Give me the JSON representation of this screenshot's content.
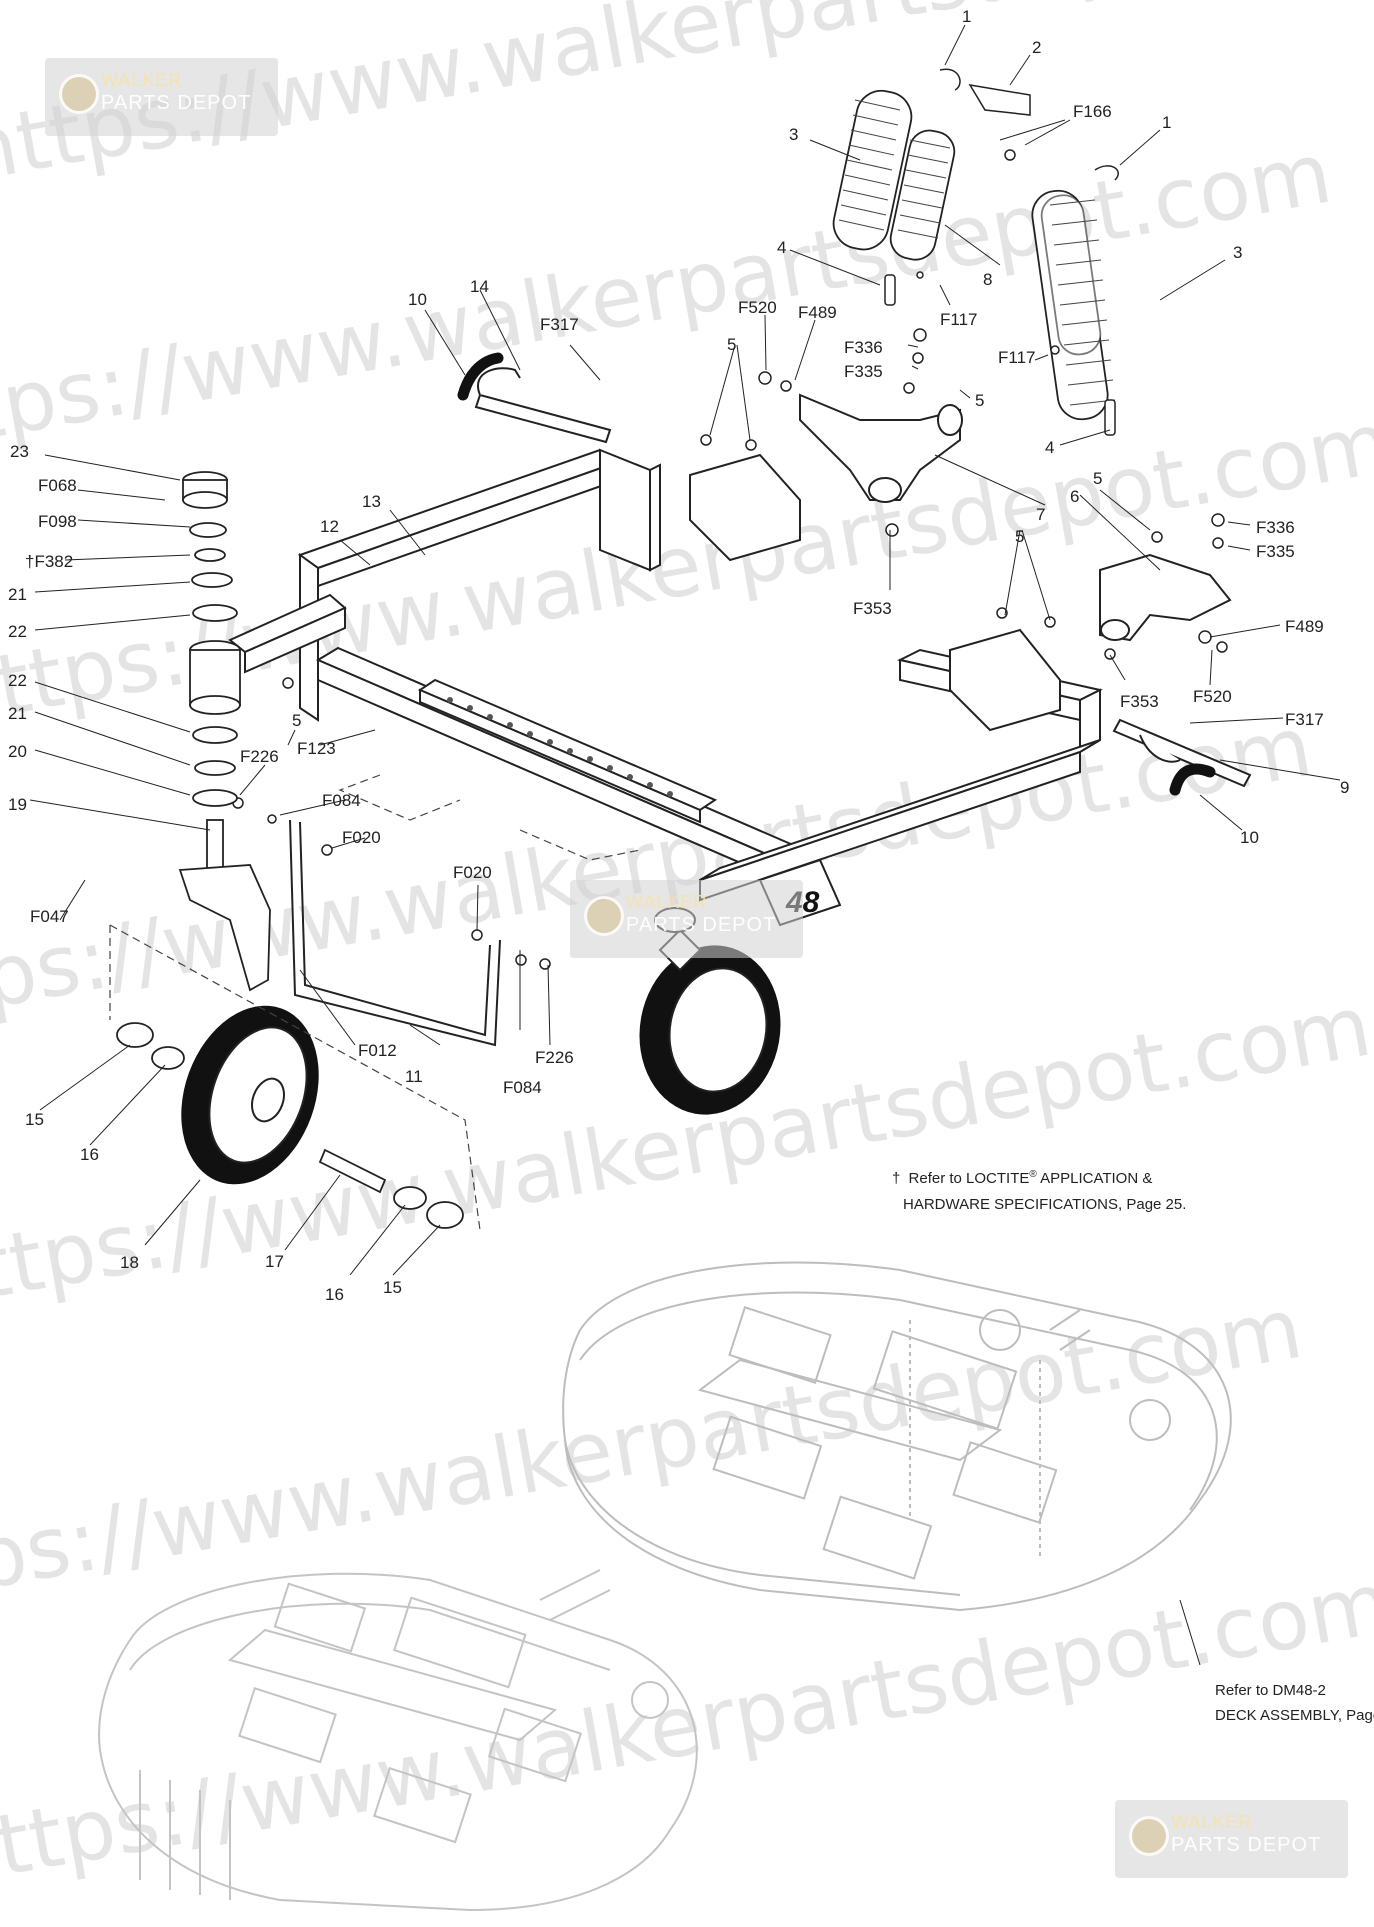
{
  "labels": {
    "l1a": "1",
    "l2": "2",
    "lF166": "F166",
    "l3a": "3",
    "l1b": "1",
    "l3b": "3",
    "l4a": "4",
    "l8": "8",
    "lF117a": "F117",
    "l10a": "10",
    "l14": "14",
    "lF317a": "F317",
    "lF520a": "F520",
    "lF489a": "F489",
    "lF336a": "F336",
    "lF335a": "F335",
    "lF117b": "F117",
    "l5a": "5",
    "l5b": "5",
    "l4b": "4",
    "l7": "7",
    "l5c": "5",
    "l6": "6",
    "lF336b": "F336",
    "lF335b": "F335",
    "l23": "23",
    "lF068": "F068",
    "lF098": "F098",
    "lF382": "F382",
    "l21a": "21",
    "l22a": "22",
    "l12": "12",
    "l13": "13",
    "lF353a": "F353",
    "l5d": "5",
    "lF489b": "F489",
    "lF520b": "F520",
    "lF353b": "F353",
    "lF317b": "F317",
    "l9": "9",
    "l10b": "10",
    "l22b": "22",
    "l21b": "21",
    "l20": "20",
    "l19": "19",
    "l5e": "5",
    "lF123": "F123",
    "lF226a": "F226",
    "lF084a": "F084",
    "lF020a": "F020",
    "lF020b": "F020",
    "lF047": "F047",
    "lF012": "F012",
    "l11": "11",
    "lF084b": "F084",
    "lF226b": "F226",
    "l15a": "15",
    "l16a": "16",
    "l18": "18",
    "l17": "17",
    "l16b": "16",
    "l15b": "15",
    "deck_number": "48"
  },
  "notes": {
    "loctite_dagger": "†",
    "loctite_line1": "Refer to LOCTITE",
    "loctite_reg": "®",
    "loctite_line1b": " APPLICATION &",
    "loctite_line2": "HARDWARE SPECIFICATIONS, Page 25.",
    "deck_line1": "Refer to DM48-2",
    "deck_line2": "DECK ASSEMBLY, Page"
  },
  "watermark": {
    "text1": "https://www.walkerpartsdepot.com",
    "logo_line1": "WALKER",
    "logo_line2": "PARTS DEPOT"
  },
  "colors": {
    "line": "#222222",
    "watermark": "#cfcfcf",
    "ghost": "#bdbdbd"
  }
}
